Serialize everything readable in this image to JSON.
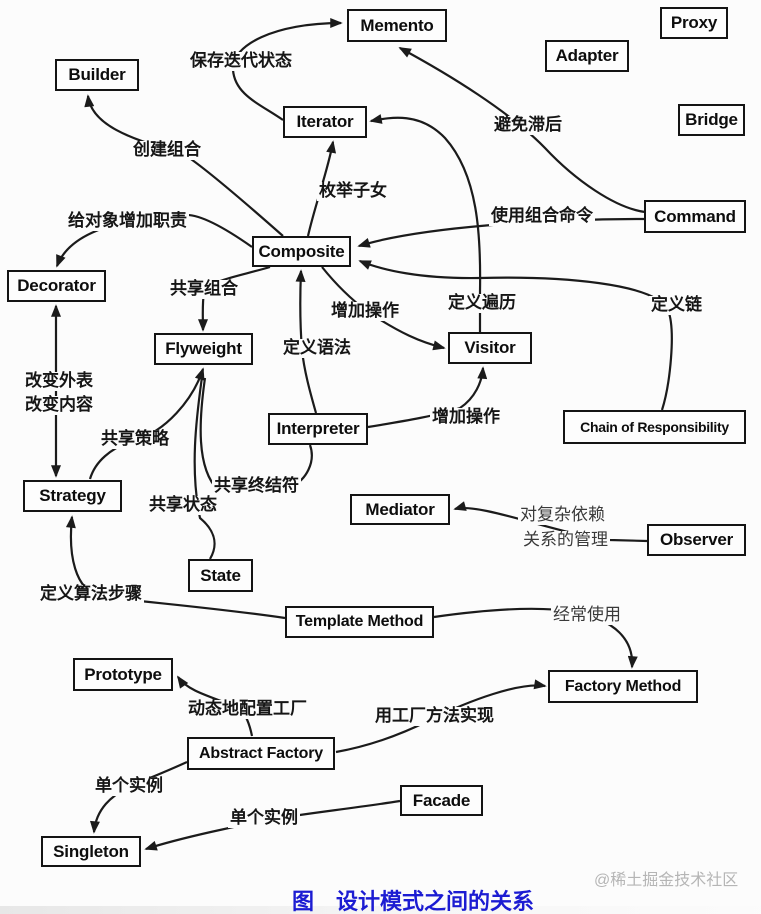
{
  "diagram": {
    "caption": "图　设计模式之间的关系",
    "watermark": "@稀土掘金技术社区",
    "colors": {
      "line": "#1b1b1b",
      "caption_blue": "#1c1cd2",
      "watermark_gray": "#b5b5b5"
    },
    "nodes": [
      {
        "id": "memento",
        "label": "Memento"
      },
      {
        "id": "proxy",
        "label": "Proxy"
      },
      {
        "id": "adapter",
        "label": "Adapter"
      },
      {
        "id": "builder",
        "label": "Builder"
      },
      {
        "id": "iterator",
        "label": "Iterator"
      },
      {
        "id": "bridge",
        "label": "Bridge"
      },
      {
        "id": "command",
        "label": "Command"
      },
      {
        "id": "composite",
        "label": "Composite"
      },
      {
        "id": "decorator",
        "label": "Decorator"
      },
      {
        "id": "flyweight",
        "label": "Flyweight"
      },
      {
        "id": "visitor",
        "label": "Visitor"
      },
      {
        "id": "interpreter",
        "label": "Interpreter"
      },
      {
        "id": "chain-of-responsibility",
        "label": "Chain of Responsibility"
      },
      {
        "id": "strategy",
        "label": "Strategy"
      },
      {
        "id": "mediator",
        "label": "Mediator"
      },
      {
        "id": "observer",
        "label": "Observer"
      },
      {
        "id": "state",
        "label": "State"
      },
      {
        "id": "template-method",
        "label": "Template Method"
      },
      {
        "id": "prototype",
        "label": "Prototype"
      },
      {
        "id": "factory-method",
        "label": "Factory Method"
      },
      {
        "id": "abstract-factory",
        "label": "Abstract Factory"
      },
      {
        "id": "facade",
        "label": "Facade"
      },
      {
        "id": "singleton",
        "label": "Singleton"
      }
    ],
    "edge_labels": [
      {
        "id": "save-iteration-state",
        "text": "保存迭代状态"
      },
      {
        "id": "create-composite",
        "text": "创建组合"
      },
      {
        "id": "enumerate-children",
        "text": "枚举子女"
      },
      {
        "id": "avoid-lag",
        "text": "避免滞后"
      },
      {
        "id": "use-composite-command",
        "text": "使用组合命令"
      },
      {
        "id": "add-responsibility-to-object",
        "text": "给对象增加职责"
      },
      {
        "id": "share-composite",
        "text": "共享组合"
      },
      {
        "id": "add-operation-to-composite",
        "text": "增加操作"
      },
      {
        "id": "define-traversal",
        "text": "定义遍历"
      },
      {
        "id": "define-chain",
        "text": "定义链"
      },
      {
        "id": "define-grammar",
        "text": "定义语法"
      },
      {
        "id": "change-appearance",
        "text": "改变外表"
      },
      {
        "id": "change-content",
        "text": "改变内容"
      },
      {
        "id": "share-strategy",
        "text": "共享策略"
      },
      {
        "id": "add-operation-interpreter",
        "text": "增加操作"
      },
      {
        "id": "share-terminal-symbols",
        "text": "共享终结符"
      },
      {
        "id": "share-state",
        "text": "共享状态"
      },
      {
        "id": "complex-dependency-line1",
        "text": "对复杂依赖"
      },
      {
        "id": "complex-dependency-line2",
        "text": "关系的管理"
      },
      {
        "id": "define-algorithm-steps",
        "text": "定义算法步骤"
      },
      {
        "id": "often-use",
        "text": "经常使用"
      },
      {
        "id": "dynamically-configure-factory",
        "text": "动态地配置工厂"
      },
      {
        "id": "implement-with-factory-method",
        "text": "用工厂方法实现"
      },
      {
        "id": "single-instance-abstract-factory",
        "text": "单个实例"
      },
      {
        "id": "single-instance-facade",
        "text": "单个实例"
      }
    ]
  }
}
